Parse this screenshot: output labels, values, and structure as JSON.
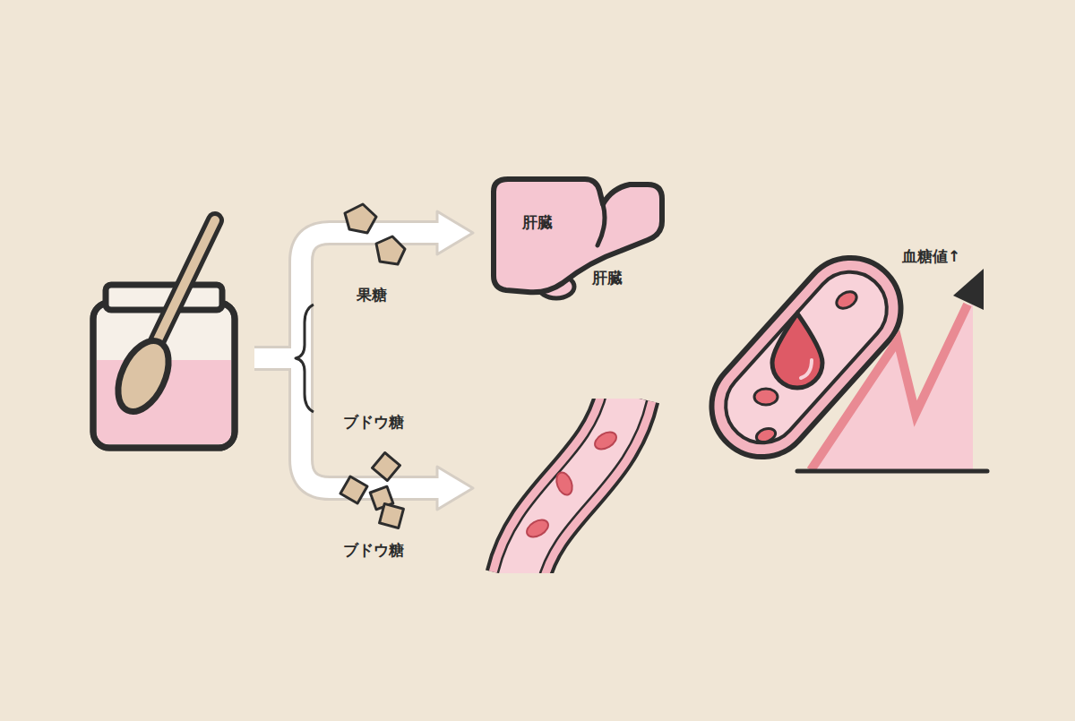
{
  "diagram": {
    "nodes": [
      {
        "text": [
          "肝臓",
          "肝臓"
        ]
      }
    ],
    "labels": [
      "果糖",
      "ブドウ糖",
      "ブドウ糖",
      "血糖値↑"
    ]
  }
}
